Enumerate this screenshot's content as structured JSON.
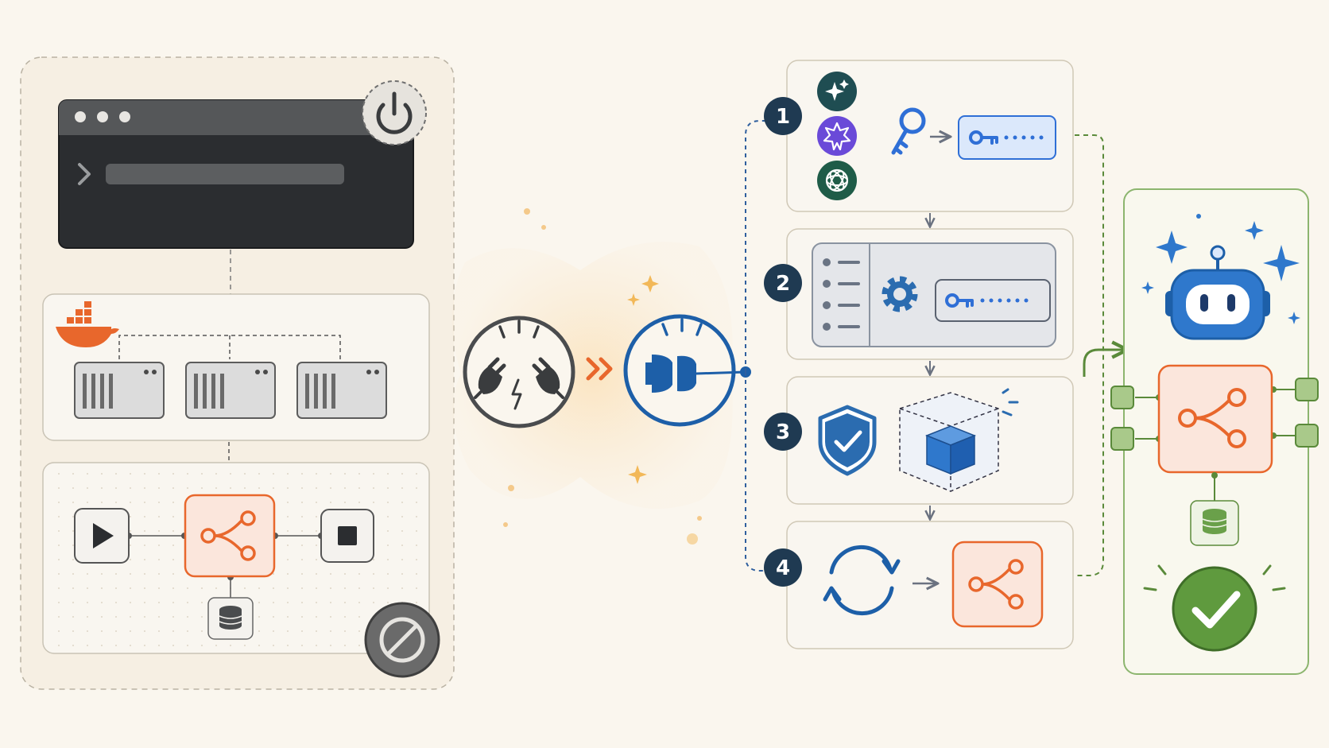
{
  "steps": [
    {
      "number": "1"
    },
    {
      "number": "2"
    },
    {
      "number": "3"
    },
    {
      "number": "4"
    }
  ],
  "colors": {
    "background": "#faf6ee",
    "panel_fill": "#f8f3e8",
    "panel_stroke": "#d5cdbc",
    "dark": "#2b2d30",
    "terminal": "#1f2123",
    "orange": "#e8672c",
    "orange_fill": "#fbe6dc",
    "blue": "#1d5fa8",
    "blue_bright": "#2f6fd6",
    "navy_badge": "#1f3a52",
    "green": "#5a8a3a",
    "green_fill": "#6aa04a",
    "glow": "#fbe6c4"
  },
  "icons": {
    "terminal_power": "power-icon",
    "container_engine": "whale-icon",
    "servers": "server-icon",
    "workflow": "workflow-branch-icon",
    "play": "play-icon",
    "stop": "stop-icon",
    "database": "database-icon",
    "blocked": "no-entry-icon",
    "disconnected": "broken-plug-icon",
    "connected": "connected-plug-icon",
    "ai_providers": [
      "sparkle-icon",
      "star-badge-icon",
      "openai-knot-icon"
    ],
    "api_key": "key-icon",
    "settings": "gear-icon",
    "security": "shield-check-icon",
    "sandbox": "cube-icon",
    "sync": "refresh-icon",
    "agent": "robot-icon",
    "success": "checkmark-icon"
  }
}
